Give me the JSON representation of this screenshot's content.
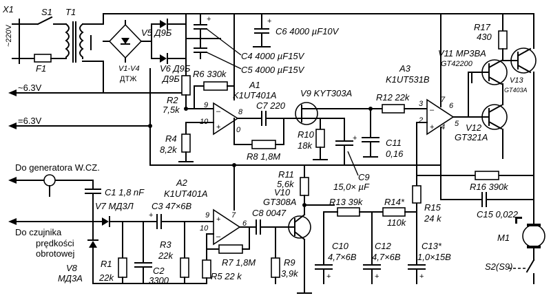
{
  "labels": {
    "x1": "X1",
    "s1": "S1",
    "t1": "T1",
    "mains": "~220V",
    "f1": "F1",
    "v5": "V5 Д9Б",
    "v6": "V6 Д9Б",
    "v1v4": "V1-V4",
    "dtzh": "ДТЖ",
    "c6": "C6 4000 µF10V",
    "c4": "C4 4000 µF15V",
    "c5": "C5 4000 µF15V",
    "r17": "R17",
    "r17v": "430",
    "v11": "V11 MP3BA",
    "gt42200": "GT42200",
    "v13": "V13",
    "gt403a": "GT403A",
    "tilde63": "~6.3V",
    "eq63": "=6.3V",
    "r6": "R6 330k",
    "r2": "R2",
    "r2v": "7,5k",
    "r4": "R4",
    "r4v": "8,2k",
    "a1": "A1",
    "a1t": "K1UT401A",
    "c7": "C7 220",
    "v9": "V9 KYT303A",
    "r12": "R12 22k",
    "a3": "A3",
    "a3t": "K1UT531B",
    "r10": "R10",
    "r10v": "18k",
    "r8": "R8 1,8M",
    "c11": "C11",
    "c11v": "0,16",
    "c9": "C9",
    "c9v": "15,0× µF",
    "v12": "V12",
    "gt321a": "GT321A",
    "gen": "Do generatora W.CZ.",
    "c1": "C1 1,8 nF",
    "a2": "A2",
    "a2t": "K1UT401A",
    "r11": "R11",
    "r11v": "5,6k",
    "v10": "V10",
    "gt308a": "GT308A",
    "r16": "R16 390k",
    "v7": "V7 МД3Л",
    "c3": "C3 47×6B",
    "c8": "C8 0047",
    "r13": "R13 39k",
    "r14": "R14*",
    "r14v": "110k",
    "r15": "R15",
    "r15v": "24 k",
    "c15": "C15 0,022",
    "m1": "M1",
    "czujnik1": "Do czujnika",
    "czujnik2": "prędkości",
    "czujnik3": "obrotowej",
    "r3": "R3",
    "r3v": "22k",
    "r7": "R7 1,8M",
    "v8": "V8",
    "md3a": "МД3А",
    "r1": "R1",
    "r1v": "22k",
    "c2": "C2",
    "c2v": "3300",
    "r5": "R5 22 k",
    "r9": "R9",
    "r9v": "3,9k",
    "c10": "C10",
    "c10v": "4,7×6B",
    "c12": "C12",
    "c12v": "4,7×6B",
    "c13": "C13*",
    "c13v": "1,0×15B",
    "s2": "S2(S9)",
    "p9a": "9",
    "p10a": "10",
    "p8a": "8",
    "p0a": "0",
    "p9b": "9",
    "p10b": "10",
    "p7b": "7",
    "p6b": "6",
    "p3c": "3",
    "p2c": "2",
    "p7c": "7",
    "p6c": "6",
    "p4c": "4",
    "p5c": "5"
  }
}
